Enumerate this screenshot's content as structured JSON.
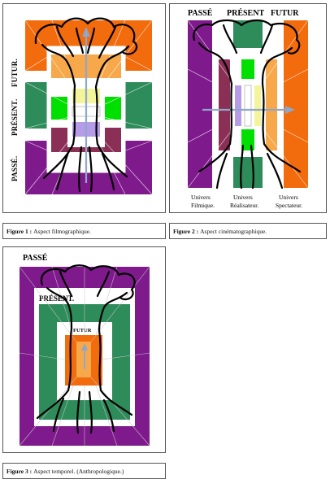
{
  "figures": [
    {
      "id": "fig1",
      "labels": [
        "PASSÉ.",
        "PRÉSENT.",
        "FUTUR."
      ],
      "caption_bold": "Figure 1 :",
      "caption_text": "Aspect filmographique."
    },
    {
      "id": "fig2",
      "labels": [
        "PASSÉ",
        "PRÉSENT",
        "FUTUR"
      ],
      "universes": [
        {
          "line1": "Univers",
          "line2": "Filmique."
        },
        {
          "line1": "Univers",
          "line2": "Réalisateur."
        },
        {
          "line1": "Univers",
          "line2": "Spectateur."
        }
      ],
      "caption_bold": "Figure 2 :",
      "caption_text": "Aspect cinématographique."
    },
    {
      "id": "fig3",
      "labels": [
        "PASSÉ",
        "PRÉSENT.",
        "FUTUR"
      ],
      "caption_bold": "Figure 3 :",
      "caption_text": "Aspect temporel. (Anthropologique.)"
    }
  ],
  "colors": {
    "purple": "#7f1a8c",
    "orange": "#f26b0c",
    "green": "#2e8b5a",
    "bright_green": "#00e000",
    "maroon": "#8b2f57",
    "yellow": "#f4f49a",
    "lavender": "#b59be8",
    "arrow": "#8fa7c8"
  }
}
